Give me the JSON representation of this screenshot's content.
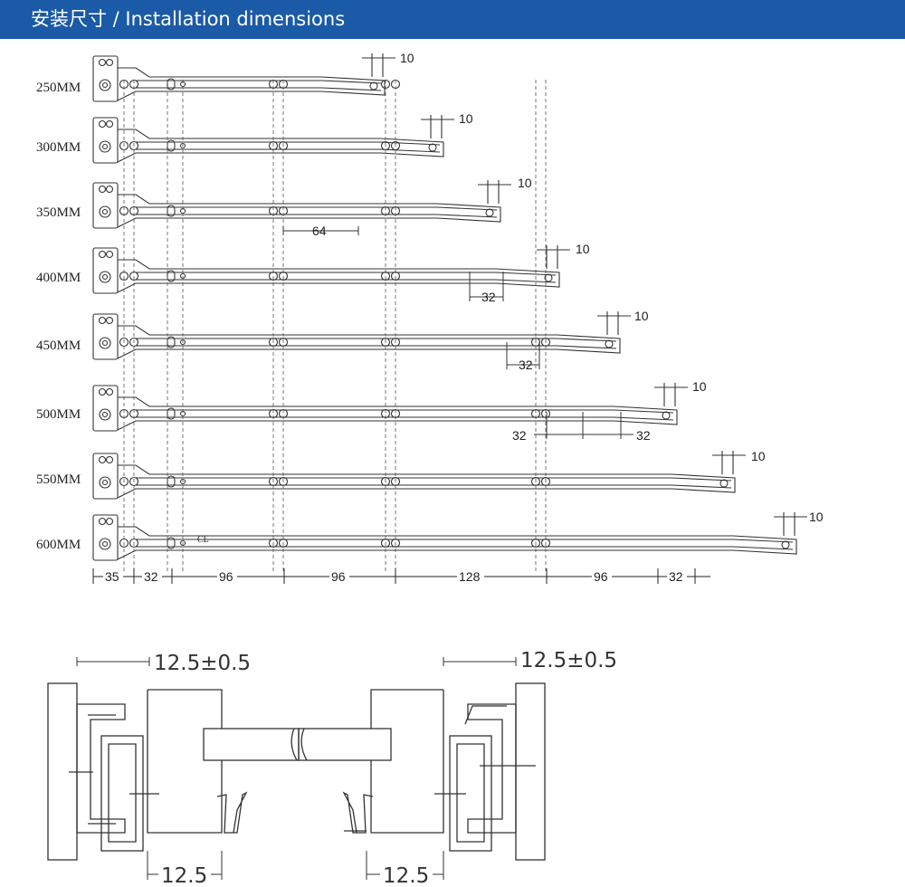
{
  "header": {
    "title": "安装尺寸 / Installation dimensions",
    "background_color": "#1b5aa6",
    "text_color": "#ffffff"
  },
  "rails": [
    {
      "label": "250MM",
      "end_dim": "10"
    },
    {
      "label": "300MM",
      "end_dim": "10"
    },
    {
      "label": "350MM",
      "end_dim": "10",
      "inner_dim": "64"
    },
    {
      "label": "400MM",
      "end_dim": "10",
      "inner_dim": "32"
    },
    {
      "label": "450MM",
      "end_dim": "10",
      "inner_dim": "32"
    },
    {
      "label": "500MM",
      "end_dim": "10",
      "inner_dim_left": "32",
      "inner_dim_right": "32"
    },
    {
      "label": "550MM",
      "end_dim": "10"
    },
    {
      "label": "600MM",
      "end_dim": "10",
      "center_mark": "CL"
    }
  ],
  "bottom_dimensions": [
    "35",
    "32",
    "96",
    "96",
    "128",
    "96",
    "32"
  ],
  "cross_section": {
    "left_top": "12.5±0.5",
    "right_top": "12.5±0.5",
    "left_bottom": "12.5",
    "right_bottom": "12.5"
  }
}
